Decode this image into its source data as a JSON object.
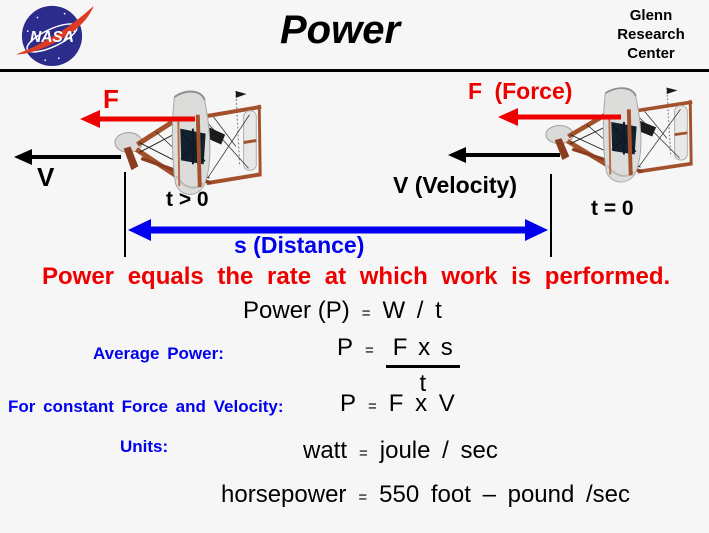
{
  "header": {
    "title": "Power",
    "logo_text": "NASA",
    "org_lines": {
      "l1": "Glenn",
      "l2": "Research",
      "l3": "Center"
    }
  },
  "diagram": {
    "left": {
      "force": "F",
      "velocity": "V",
      "time": "t > 0"
    },
    "right": {
      "force": "F (Force)",
      "velocity": "V (Velocity)",
      "time": "t = 0"
    },
    "distance": "s (Distance)"
  },
  "statement": "Power equals the rate at which work is performed.",
  "equations": {
    "definition": {
      "lhs": "Power (P)",
      "eq": "=",
      "rhs": "W / t"
    },
    "average": {
      "label": "Average Power:",
      "lhs": "P",
      "eq": "=",
      "numerator": "F x s",
      "denominator": "t"
    },
    "constant": {
      "label": "For constant Force and Velocity:",
      "lhs": "P",
      "eq": "=",
      "rhs": "F x V"
    },
    "units": {
      "label": "Units:"
    },
    "watt": {
      "lhs": "watt",
      "eq": "=",
      "rhs": "joule / sec"
    },
    "horsepower": {
      "lhs": "horsepower",
      "eq": "=",
      "rhs": "550 foot – pound /sec"
    }
  },
  "colors": {
    "accent_red": "#EE0000",
    "accent_blue": "#0000EE",
    "text_black": "#000000",
    "frame_brown": "#A3512B",
    "nasa_blue": "#2B2C8C",
    "background": "#F6F6F6"
  }
}
